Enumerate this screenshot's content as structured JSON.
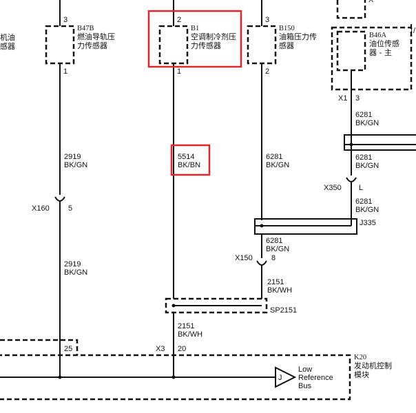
{
  "components": {
    "left_partial": {
      "line1": "机油",
      "line2": "感器"
    },
    "b47b": {
      "ref": "B47B",
      "line1": "燃油导轨压",
      "line2": "力传感器",
      "pin_top": "3",
      "pin_bottom": "1"
    },
    "b1": {
      "ref": "B1",
      "line1": "空调制冷剂压",
      "line2": "力传感器",
      "pin_top": "2",
      "pin_bottom": "1"
    },
    "b150": {
      "ref": "B150",
      "line1": "油箱压力传",
      "line2": "感器",
      "pin_top": "3",
      "pin_bottom": "2"
    },
    "b46a": {
      "ref": "B46A",
      "line1": "油位传感",
      "line2": "器 - 主",
      "connector": "X1",
      "pin": "3"
    },
    "k20": {
      "ref": "K20",
      "line1": "发动机控制",
      "line2": "模块",
      "pin_a": "25",
      "connector": "X3",
      "pin_b": "20"
    }
  },
  "wires": {
    "w2919_top": {
      "circuit": "2919",
      "color": "BK/GN"
    },
    "w5514": {
      "circuit": "5514",
      "color": "BK/BN"
    },
    "w6281_b150": {
      "circuit": "6281",
      "color": "BK/GN"
    },
    "w6281_b46a": {
      "circuit": "6281",
      "color": "BK/GN"
    },
    "w6281_mid": {
      "circuit": "6281",
      "color": "BK/GN"
    },
    "w6281_lower": {
      "circuit": "6281",
      "color": "BK/GN"
    },
    "w6281_x150": {
      "circuit": "6281",
      "color": "BK/GN"
    },
    "w2919_low": {
      "circuit": "2919",
      "color": "BK/GN"
    },
    "w2151_a": {
      "circuit": "2151",
      "color": "BK/WH"
    },
    "w2151_b": {
      "circuit": "2151",
      "color": "BK/WH"
    }
  },
  "connectors": {
    "x160": {
      "name": "X160",
      "pin": "5"
    },
    "x350": {
      "name": "X350",
      "pin": "L"
    },
    "x150": {
      "name": "X150",
      "pin": "8"
    },
    "j335": {
      "name": "J335"
    },
    "sp2151": {
      "name": "SP2151"
    }
  },
  "bus": {
    "pin": "J",
    "line1": "Low",
    "line2": "Reference",
    "line3": "Bus"
  },
  "colors": {
    "wire": "#111111",
    "highlight": "#e0262b"
  }
}
